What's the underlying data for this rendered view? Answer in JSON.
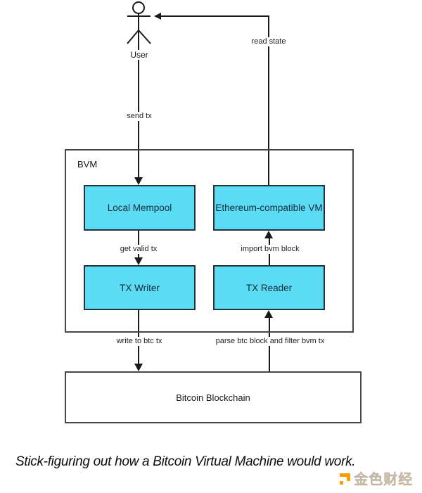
{
  "diagram": {
    "actor": {
      "label": "User"
    },
    "container": {
      "label": "BVM"
    },
    "nodes": [
      {
        "id": "local-mempool",
        "label": "Local Mempool"
      },
      {
        "id": "ethereum-compatible-vm",
        "label": "Ethereum-compatible VM"
      },
      {
        "id": "tx-writer",
        "label": "TX Writer"
      },
      {
        "id": "tx-reader",
        "label": "TX Reader"
      },
      {
        "id": "bitcoin-blockchain",
        "label": "Bitcoin Blockchain"
      }
    ],
    "edges": [
      {
        "id": "read-state",
        "label": "read state",
        "from": "ethereum-compatible-vm",
        "to": "user"
      },
      {
        "id": "send-tx",
        "label": "send tx",
        "from": "user",
        "to": "local-mempool"
      },
      {
        "id": "get-valid-tx",
        "label": "get valid tx",
        "from": "local-mempool",
        "to": "tx-writer"
      },
      {
        "id": "import-bvm-block",
        "label": "import bvm block",
        "from": "tx-reader",
        "to": "ethereum-compatible-vm"
      },
      {
        "id": "write-to-btc-tx",
        "label": "write to btc tx",
        "from": "tx-writer",
        "to": "bitcoin-blockchain"
      },
      {
        "id": "parse-btc-block",
        "label": "parse btc block and filter bvm tx",
        "from": "bitcoin-blockchain",
        "to": "tx-reader"
      }
    ],
    "colors": {
      "node_fill": "#5CDBF5",
      "node_border": "#22333a",
      "line": "#1a1a1a",
      "container_border": "#474747"
    }
  },
  "caption": "Stick-figuring out how a Bitcoin Virtual Machine would work.",
  "watermark": {
    "brand": "金色财经",
    "logo_color": "#F5A000"
  }
}
